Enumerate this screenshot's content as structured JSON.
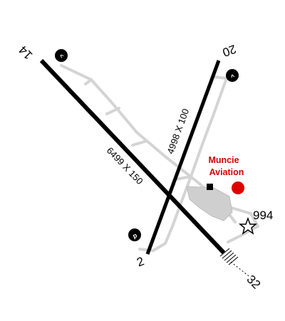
{
  "runways": [
    {
      "id": "14-32",
      "end_a": "14",
      "end_b": "32",
      "dimensions": "6499 X 150"
    },
    {
      "id": "2-20",
      "end_a": "2",
      "end_b": "20",
      "dimensions": "4998 X 100"
    }
  ],
  "fbo": {
    "name_line1": "Muncie",
    "name_line2": "Aviation",
    "color": "#d40000"
  },
  "field_elevation": "994",
  "badges": {
    "arrow_glyph": "^",
    "p_glyph": "p"
  },
  "colors": {
    "runway": "#000000",
    "taxiway": "#d4d4d4",
    "apron": "#cfcfcf",
    "fbo_marker": "#e00000"
  },
  "icons": [
    "beacon-star-icon",
    "building-square-icon",
    "fbo-circle-icon",
    "runway-end-arrow-icon",
    "pavement-p-icon"
  ]
}
